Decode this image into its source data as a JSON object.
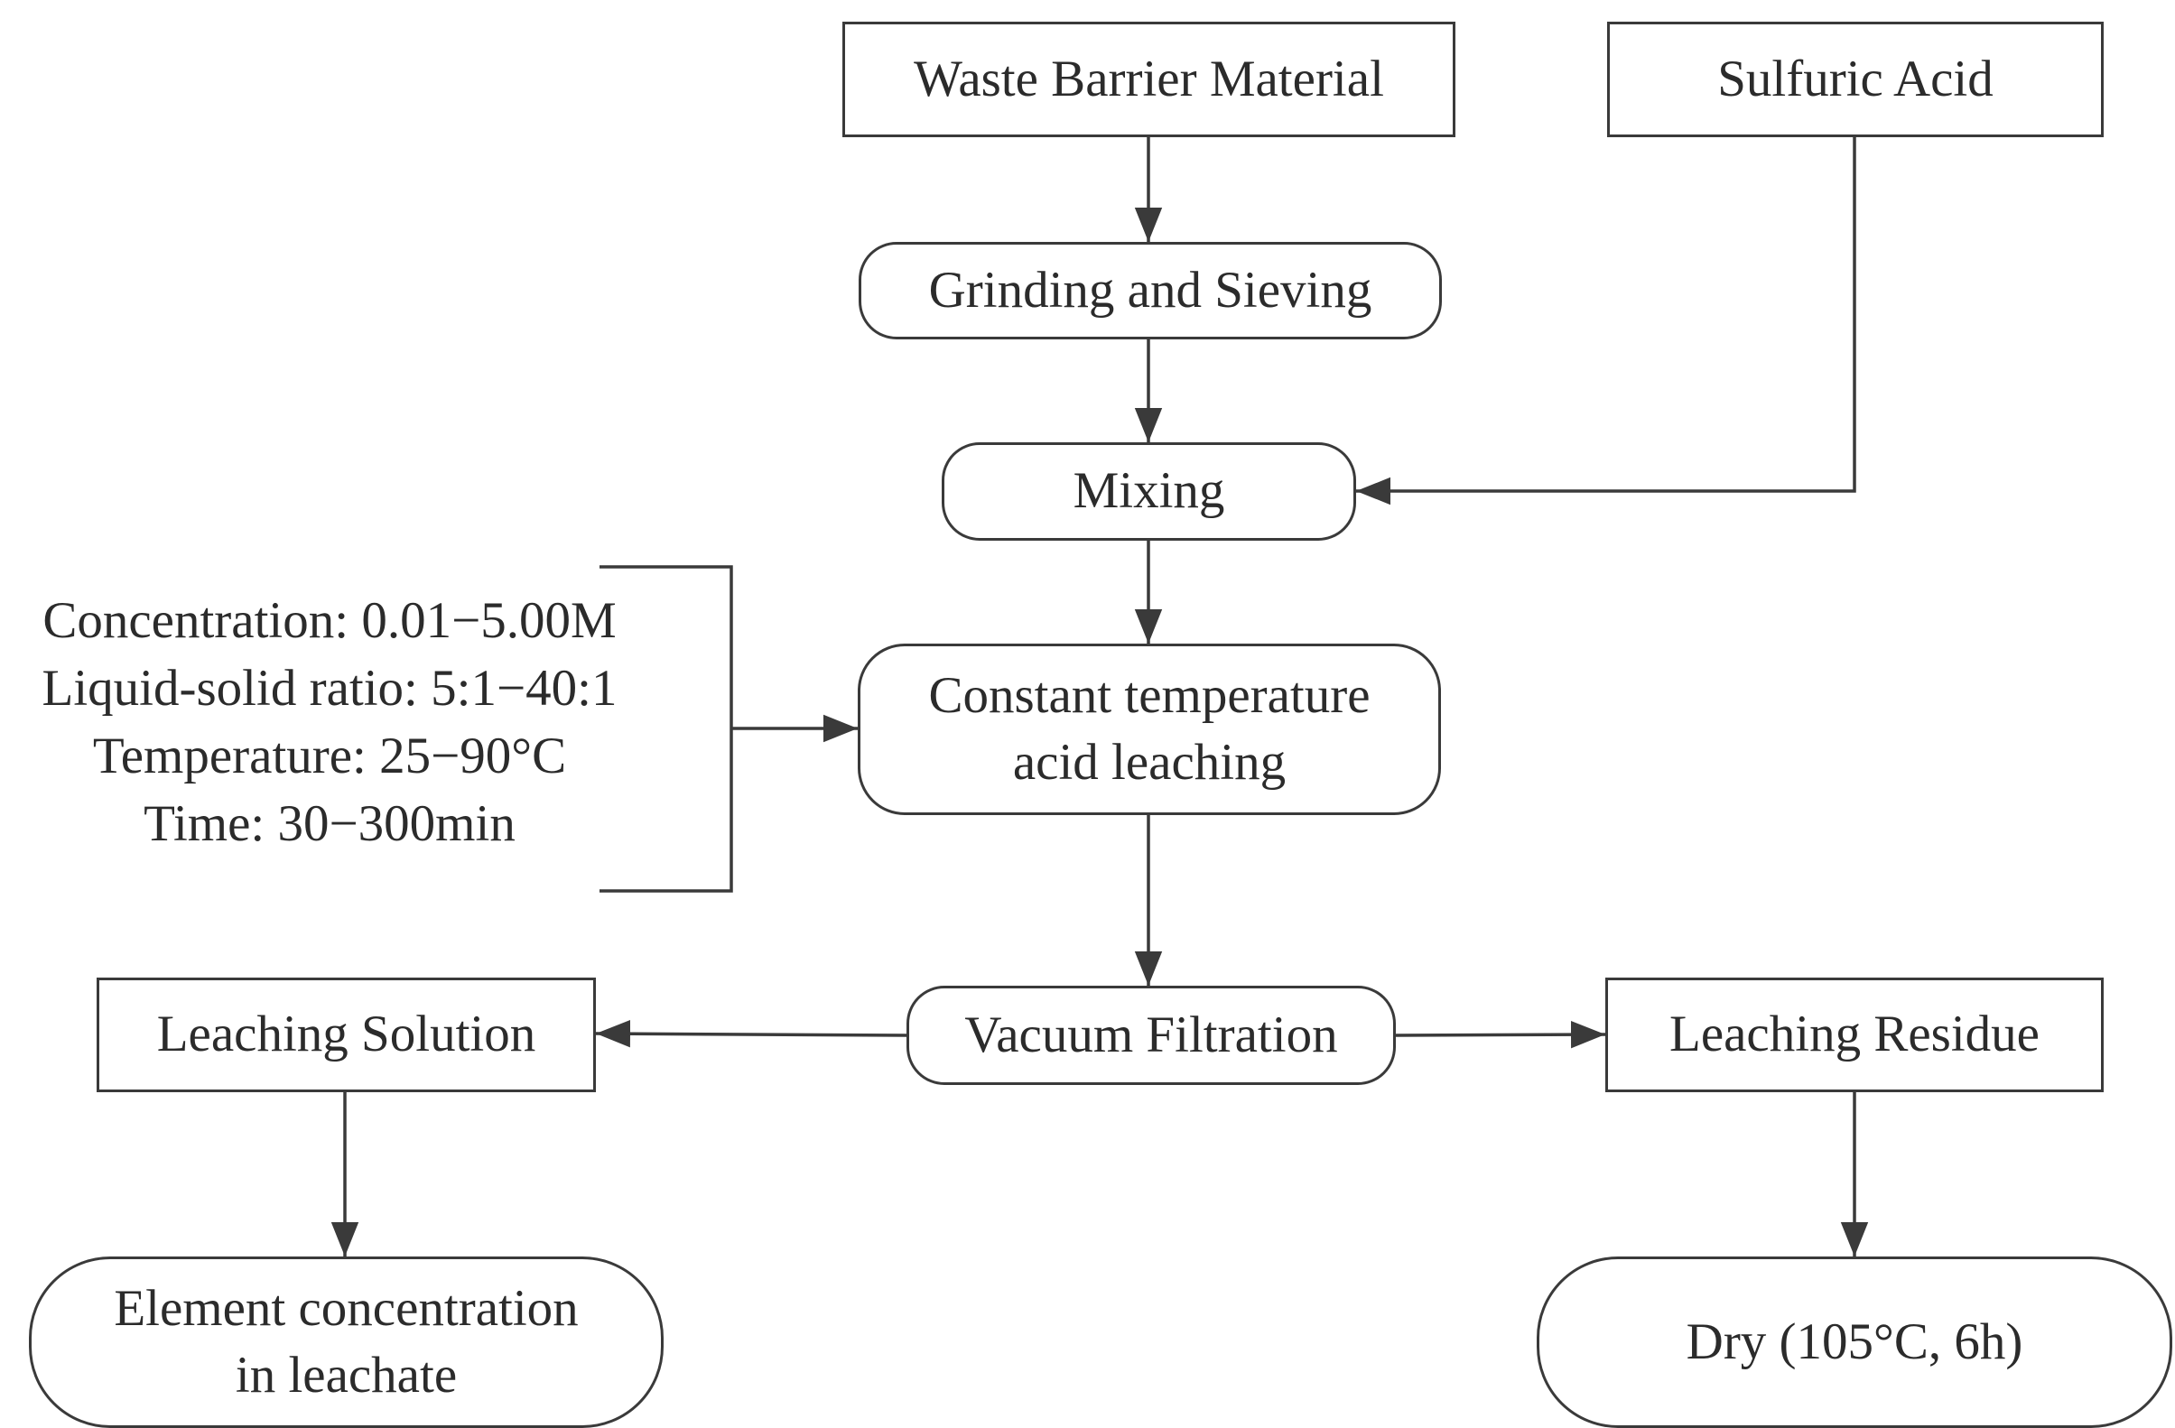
{
  "nodes": {
    "waste_barrier_material": "Waste Barrier Material",
    "sulfuric_acid": "Sulfuric Acid",
    "grinding_sieving": "Grinding and Sieving",
    "mixing": "Mixing",
    "acid_leaching": [
      "Constant temperature",
      "acid leaching"
    ],
    "vacuum_filtration": "Vacuum Filtration",
    "leaching_solution": "Leaching Solution",
    "leaching_residue": "Leaching Residue",
    "element_concentration": [
      "Element concentration",
      "in leachate"
    ],
    "dry": "Dry (105°C, 6h)"
  },
  "conditions": [
    "Concentration: 0.01−5.00M",
    "Liquid-solid ratio: 5:1−40:1",
    "Temperature: 25−90°C",
    "Time: 30−300min"
  ],
  "colors": {
    "stroke": "#3a3a3a",
    "text": "#2b2b2b",
    "background": "#ffffff"
  }
}
